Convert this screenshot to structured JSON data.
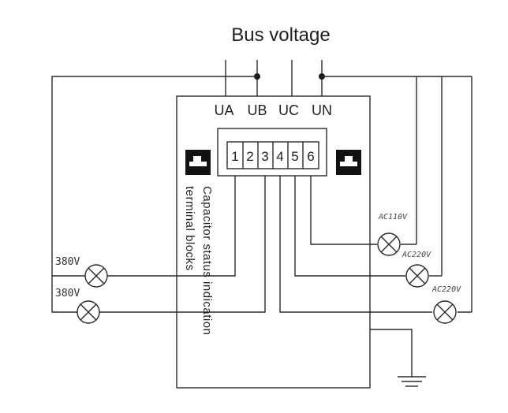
{
  "title": "Bus voltage",
  "terminals": [
    "UA",
    "UB",
    "UC",
    "UN"
  ],
  "terminal_block_numbers": [
    "1",
    "2",
    "3",
    "4",
    "5",
    "6"
  ],
  "vertical_caption": [
    "Capacitor status indication",
    "terminal blocks"
  ],
  "lamps_left": [
    "380V",
    "380V"
  ],
  "lamps_right": [
    "AC110V",
    "AC220V",
    "AC220V"
  ]
}
